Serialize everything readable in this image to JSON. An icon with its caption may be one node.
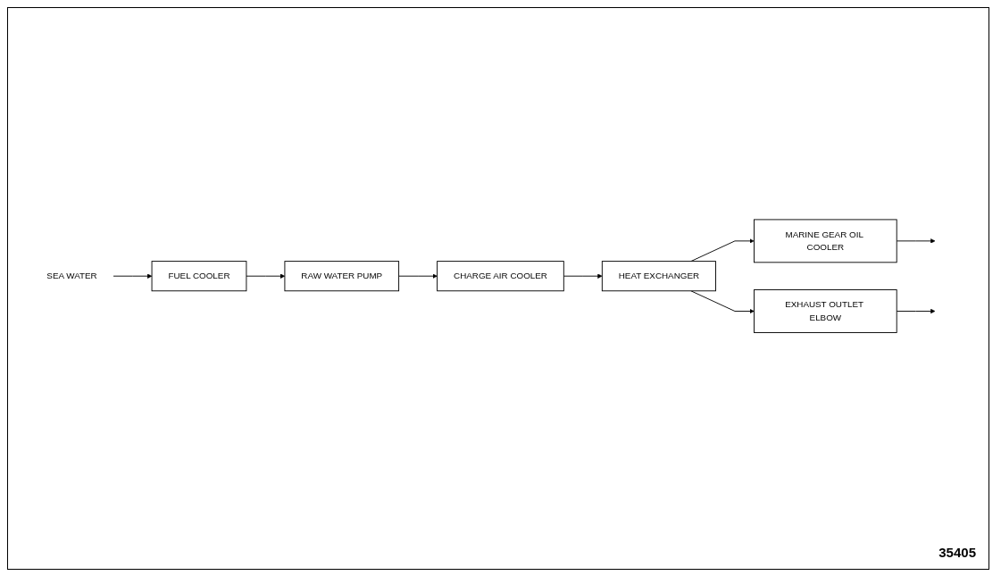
{
  "diagram": {
    "nodes": [
      {
        "text": [
          "RAW WATER PUMP"
        ]
      },
      {
        "text": [
          "CHARGE AIR COOLER"
        ]
      },
      {
        "text": [
          "HEAT EXCHANGER"
        ]
      },
      {
        "text": [
          "FUEL COOLER"
        ]
      },
      {
        "text": [
          "SEA WATER"
        ]
      },
      {
        "text": [
          "MARINE GEAR OIL COOLER"
        ]
      },
      {
        "text": [
          "EXHAUST OUTLET ELBOW"
        ]
      }
    ],
    "edges": [
      {
        "from": 0,
        "to": 1,
        "arrow": "to"
      },
      {
        "from": 1,
        "to": 2,
        "arrow": "to"
      },
      {
        "from": 3,
        "to": 0,
        "arrow": "to"
      },
      {
        "from": 4,
        "to": 3,
        "arrow": "to"
      },
      {
        "from": 2,
        "to": 5,
        "arrow": "to"
      },
      {
        "from": 2,
        "to": 6,
        "arrow": "to"
      },
      {
        "from": 5,
        "to": null,
        "arrow": "to"
      },
      {
        "from": 6,
        "to": null,
        "arrow": "to"
      }
    ],
    "labels": [
      "35405"
    ]
  }
}
